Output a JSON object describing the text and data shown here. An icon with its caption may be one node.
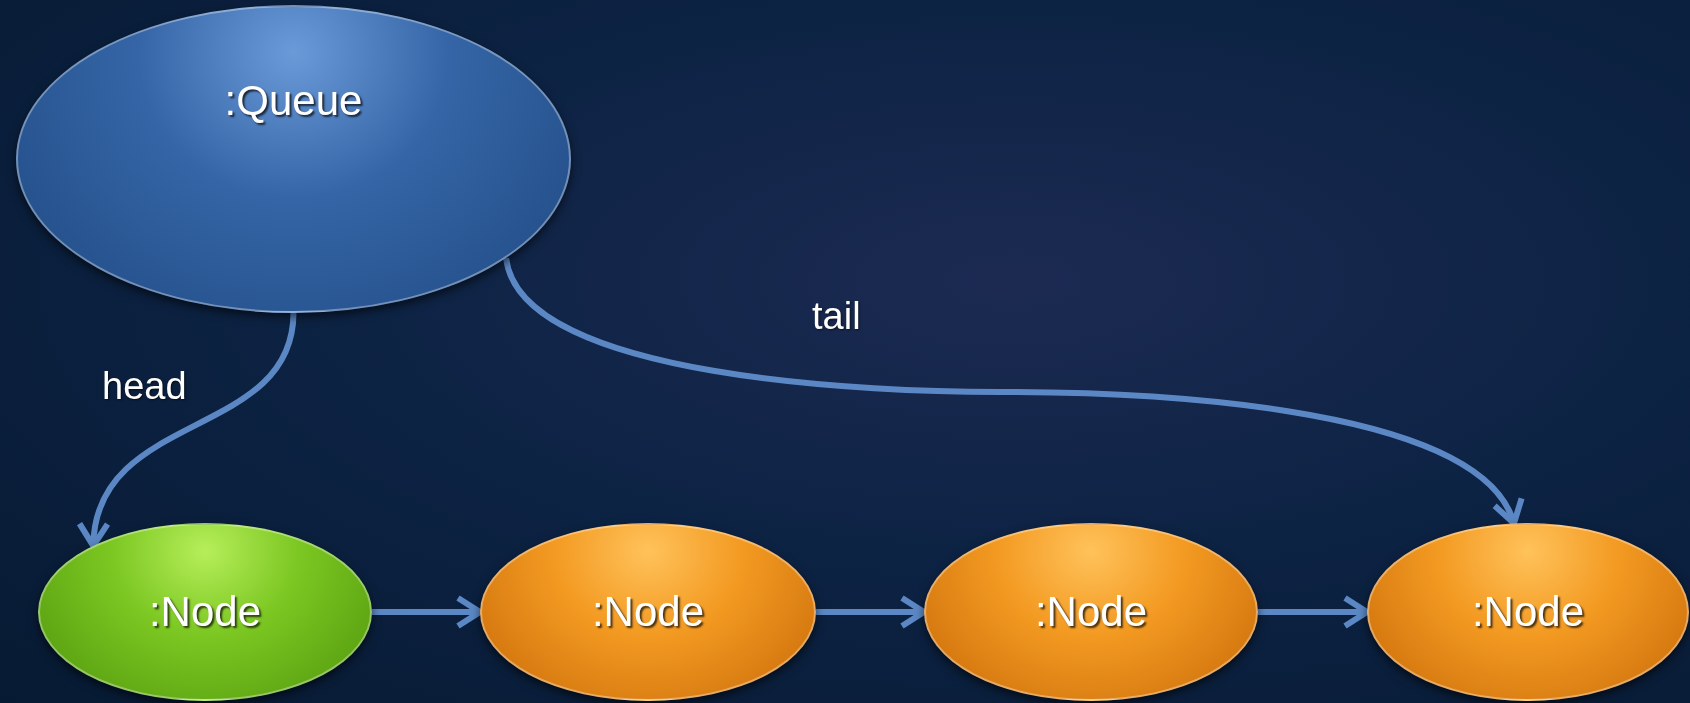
{
  "diagram": {
    "nodes": [
      {
        "text": [
          ":Queue"
        ]
      },
      {
        "text": [
          ":Node"
        ]
      },
      {
        "text": [
          ":Node"
        ]
      },
      {
        "text": [
          ":Node"
        ]
      },
      {
        "text": [
          ":Node"
        ]
      }
    ],
    "edges": [
      {
        "from": 0,
        "to": 1,
        "arrow": "to",
        "label": "head"
      },
      {
        "from": 0,
        "to": 4,
        "arrow": "to",
        "label": "tail"
      },
      {
        "from": 1,
        "to": 2,
        "arrow": "to"
      },
      {
        "from": 2,
        "to": 3,
        "arrow": "to"
      },
      {
        "from": 3,
        "to": 4,
        "arrow": "to"
      }
    ]
  }
}
